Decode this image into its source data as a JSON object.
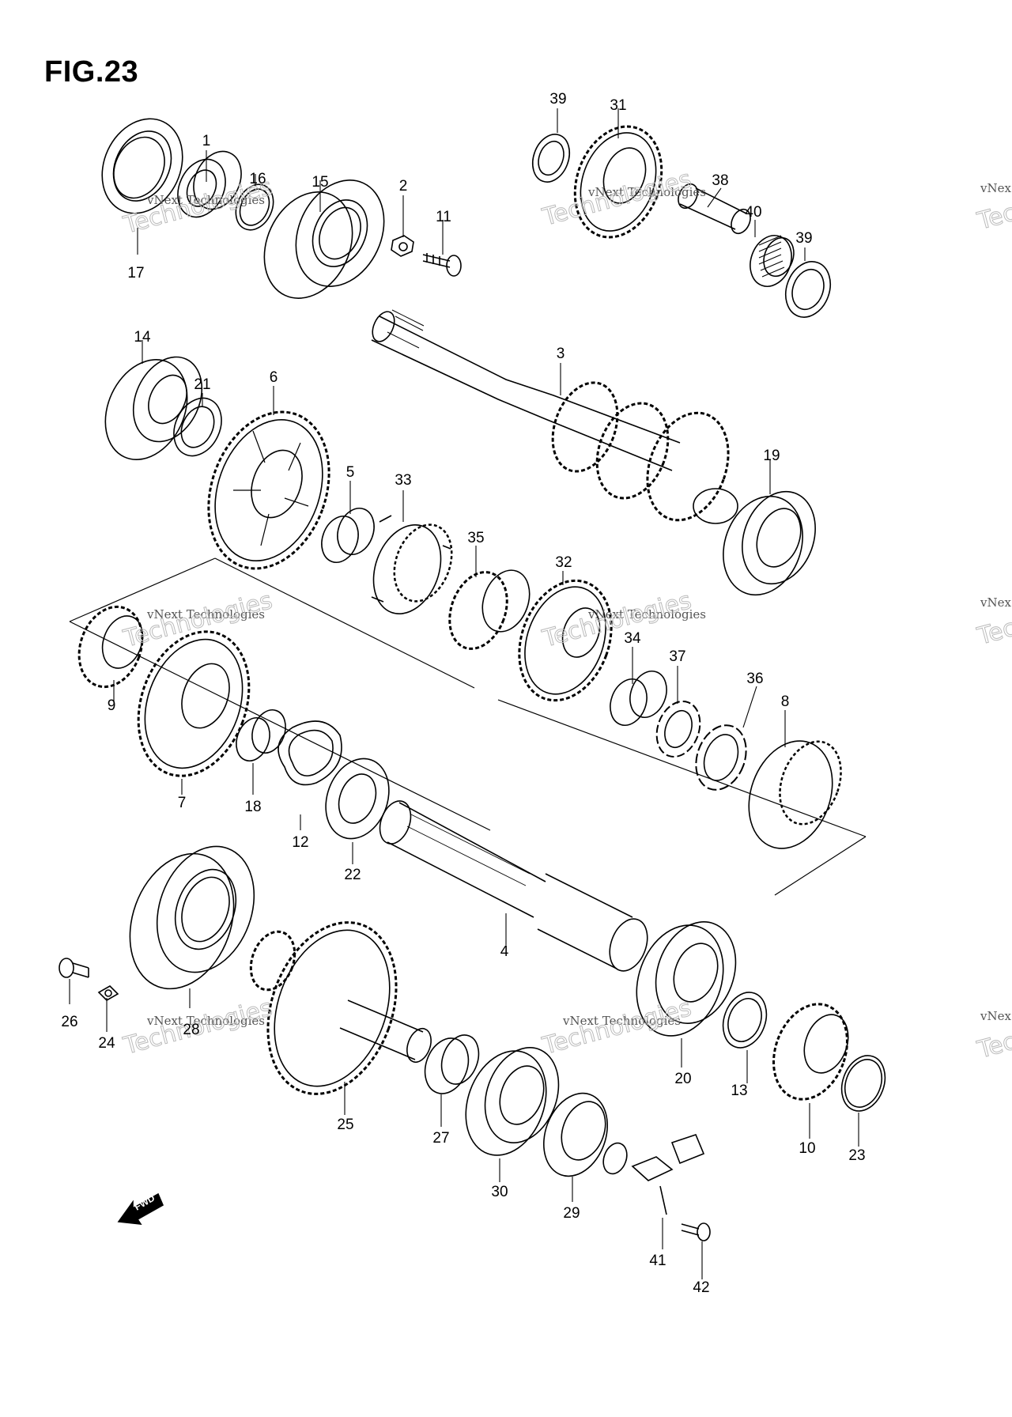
{
  "title": "FIG.23",
  "watermark": {
    "line1": "vNext Technologies",
    "line2": "Technologies",
    "partial1": "vNex",
    "partial2": "Tec"
  },
  "fwd_label": "FWD",
  "callouts": [
    {
      "id": "p1",
      "label": "1"
    },
    {
      "id": "p2",
      "label": "2"
    },
    {
      "id": "p3",
      "label": "3"
    },
    {
      "id": "p4",
      "label": "4"
    },
    {
      "id": "p5",
      "label": "5"
    },
    {
      "id": "p6",
      "label": "6"
    },
    {
      "id": "p7",
      "label": "7"
    },
    {
      "id": "p8",
      "label": "8"
    },
    {
      "id": "p9",
      "label": "9"
    },
    {
      "id": "p10",
      "label": "10"
    },
    {
      "id": "p11",
      "label": "11"
    },
    {
      "id": "p12",
      "label": "12"
    },
    {
      "id": "p13",
      "label": "13"
    },
    {
      "id": "p14",
      "label": "14"
    },
    {
      "id": "p15",
      "label": "15"
    },
    {
      "id": "p16",
      "label": "16"
    },
    {
      "id": "p17",
      "label": "17"
    },
    {
      "id": "p18",
      "label": "18"
    },
    {
      "id": "p19",
      "label": "19"
    },
    {
      "id": "p20",
      "label": "20"
    },
    {
      "id": "p21",
      "label": "21"
    },
    {
      "id": "p22",
      "label": "22"
    },
    {
      "id": "p23",
      "label": "23"
    },
    {
      "id": "p24",
      "label": "24"
    },
    {
      "id": "p25",
      "label": "25"
    },
    {
      "id": "p26",
      "label": "26"
    },
    {
      "id": "p27",
      "label": "27"
    },
    {
      "id": "p28",
      "label": "28"
    },
    {
      "id": "p29",
      "label": "29"
    },
    {
      "id": "p30",
      "label": "30"
    },
    {
      "id": "p31",
      "label": "31"
    },
    {
      "id": "p32",
      "label": "32"
    },
    {
      "id": "p33",
      "label": "33"
    },
    {
      "id": "p34",
      "label": "34"
    },
    {
      "id": "p35",
      "label": "35"
    },
    {
      "id": "p36",
      "label": "36"
    },
    {
      "id": "p37",
      "label": "37"
    },
    {
      "id": "p38",
      "label": "38"
    },
    {
      "id": "p39a",
      "label": "39"
    },
    {
      "id": "p39b",
      "label": "39"
    },
    {
      "id": "p40",
      "label": "40"
    },
    {
      "id": "p41",
      "label": "41"
    },
    {
      "id": "p42",
      "label": "42"
    }
  ]
}
